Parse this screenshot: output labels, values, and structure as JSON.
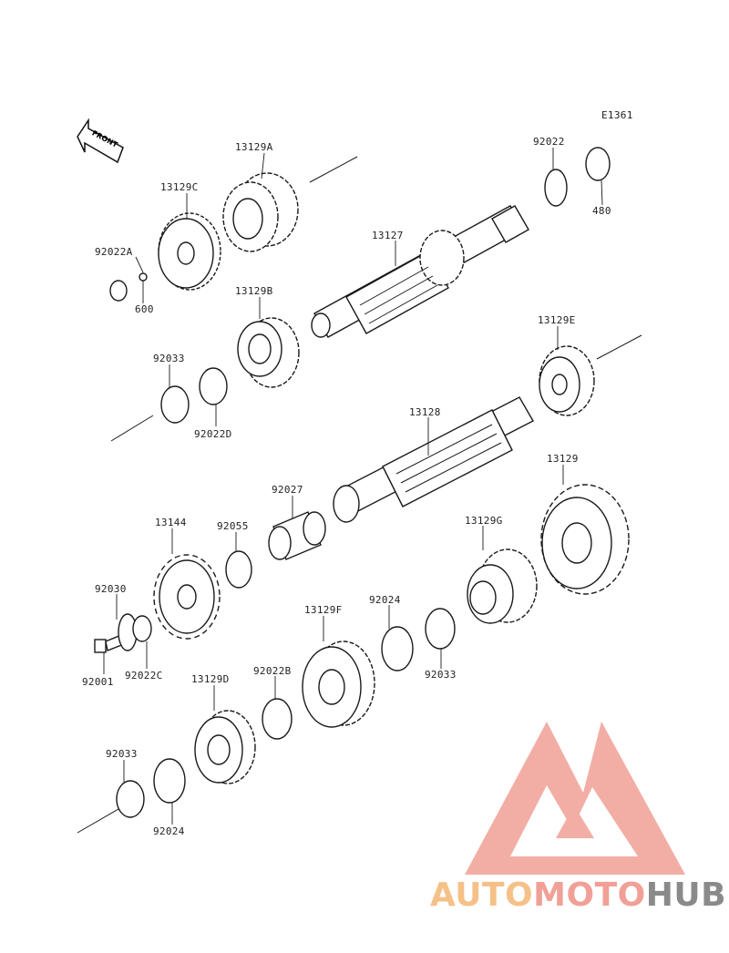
{
  "diagram_code": "E1361",
  "front_label": "FRONT",
  "watermark": {
    "part1": "AUTO",
    "part2": "MOTO",
    "part3": "HUB"
  },
  "parts": {
    "p13129A": "13129A",
    "p13129C": "13129C",
    "p92022A": "92022A",
    "p600": "600",
    "p13127": "13127",
    "p92022": "92022",
    "p480": "480",
    "p13129B": "13129B",
    "p92033a": "92033",
    "p92022D": "92022D",
    "p13129E": "13129E",
    "p13128": "13128",
    "p92027": "92027",
    "p13144": "13144",
    "p92055": "92055",
    "p13129": "13129",
    "p13129G": "13129G",
    "p92030": "92030",
    "p92001": "92001",
    "p92022C": "92022C",
    "p13129F": "13129F",
    "p92024a": "92024",
    "p92033b": "92033",
    "p13129D": "13129D",
    "p92022B": "92022B",
    "p92033c": "92033",
    "p92024b": "92024"
  },
  "colors": {
    "watermark_red": "#f0a096",
    "watermark_orange": "#f5c188",
    "watermark_gray": "#8a8a8a"
  }
}
